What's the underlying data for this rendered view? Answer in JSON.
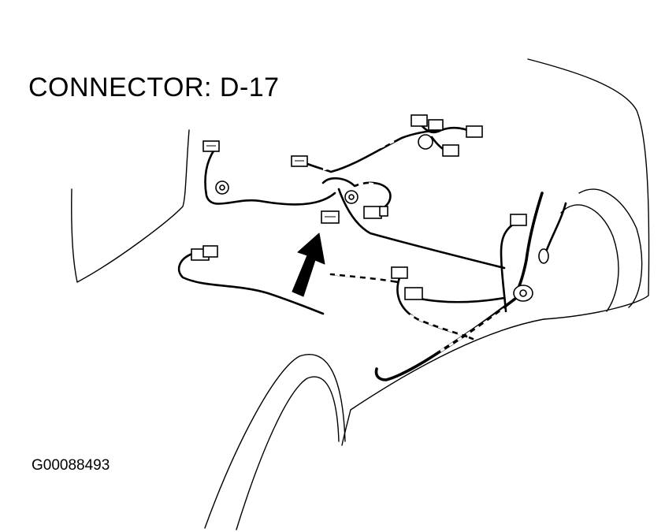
{
  "diagram": {
    "title": "CONNECTOR: D-17",
    "figure_id": "G00088493",
    "arrow_target": "D-17"
  },
  "colors": {
    "ink": "#000000",
    "paper": "#ffffff"
  }
}
